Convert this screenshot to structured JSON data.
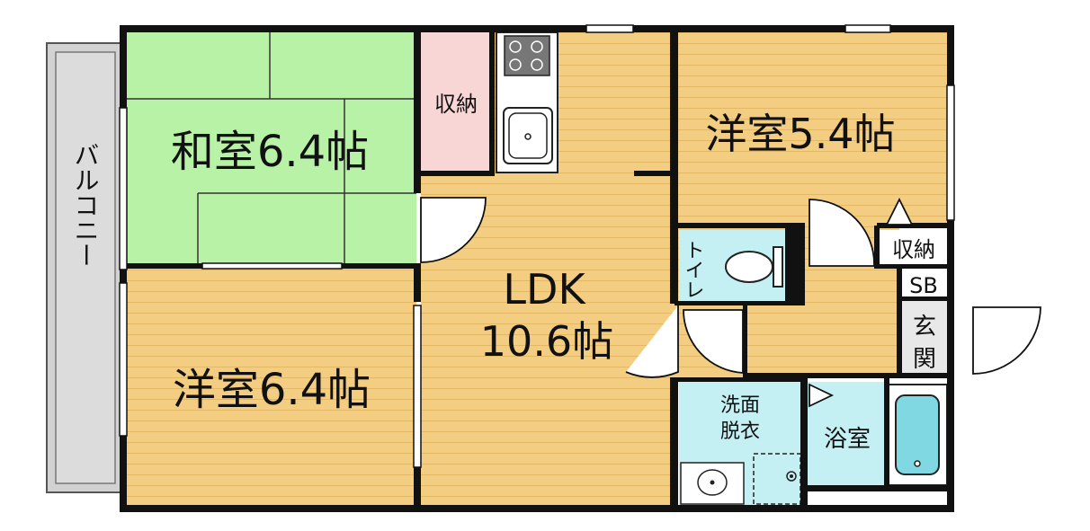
{
  "rooms": {
    "japanese": {
      "label": "和室6.4帖"
    },
    "closet_left": {
      "label": "収納"
    },
    "western_right": {
      "label": "洋室5.4帖"
    },
    "closet_right": {
      "label": "収納"
    },
    "ldk": {
      "label_line1": "LDK",
      "label_line2": "10.6帖"
    },
    "western_left": {
      "label": "洋室6.4帖"
    },
    "toilet": {
      "label": "トイレ"
    },
    "shoe_box": {
      "label": "SB"
    },
    "entrance": {
      "label_line1": "玄",
      "label_line2": "関"
    },
    "washroom": {
      "label_line1": "洗面",
      "label_line2": "脱衣"
    },
    "bath": {
      "label": "浴室"
    },
    "balcony": {
      "label": "バルコニー"
    }
  },
  "colors": {
    "wood": "#f2cd82",
    "wood_stripe": "#e3b865",
    "tatami": "#b8f2a6",
    "closet_pink": "#f9d6d6",
    "water": "#c4f0f4",
    "bath_tub": "#7fd8e2",
    "balcony": "#d2d2d2",
    "wall": "#111111"
  }
}
